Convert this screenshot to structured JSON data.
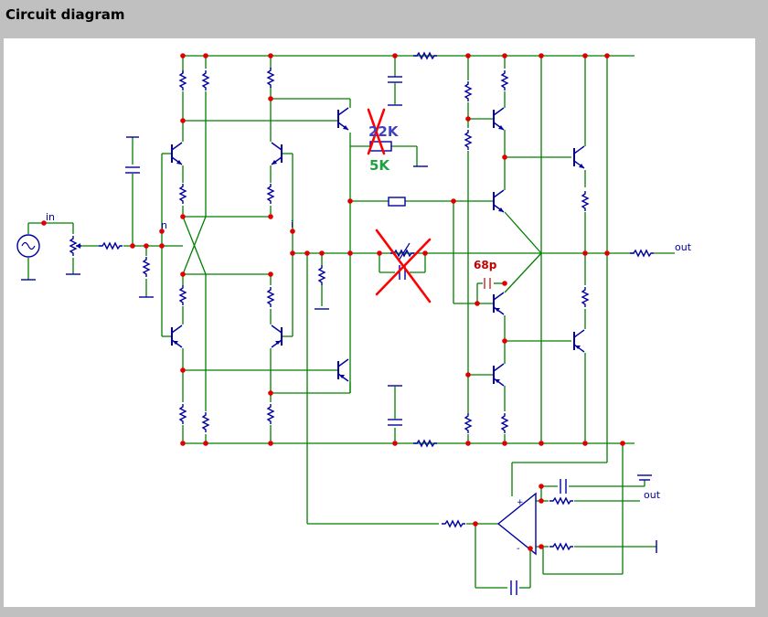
{
  "header": {
    "title": "Circuit diagram"
  },
  "labels": {
    "in": "in",
    "n": "n",
    "i": "i",
    "out_main": "out",
    "out_opamp": "out",
    "r_22k": "22K",
    "r_5k": "5K",
    "c_68p": "68p",
    "opamp_plus": "+",
    "opamp_minus": "-"
  },
  "colors": {
    "wire": "#008000",
    "component": "#0000a0",
    "node": "#e00000",
    "cross": "#ff0000",
    "label_blue": "#4040c0",
    "label_green": "#20a040",
    "label_red": "#c00000"
  }
}
